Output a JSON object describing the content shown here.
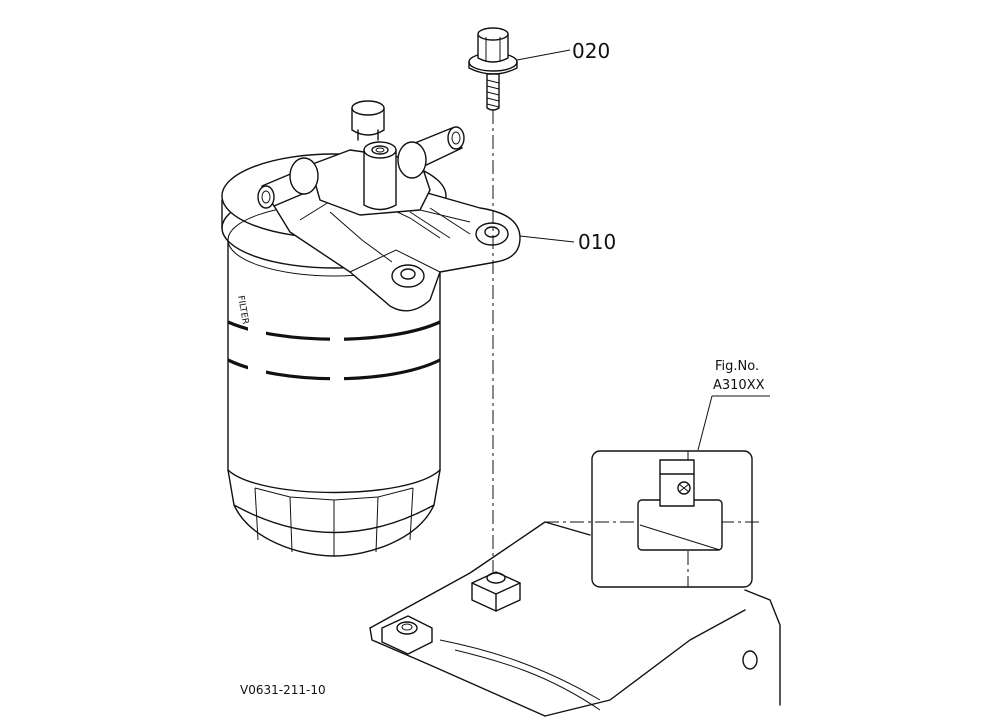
{
  "callouts": {
    "bolt": "020",
    "bracket": "010"
  },
  "figure_ref": {
    "label": "Fig.No.",
    "number": "A310XX"
  },
  "drawing_code": "V0631-211-10",
  "filter_print": {
    "word": "FILTER"
  },
  "colors": {
    "line": "#111111",
    "background": "#ffffff"
  }
}
